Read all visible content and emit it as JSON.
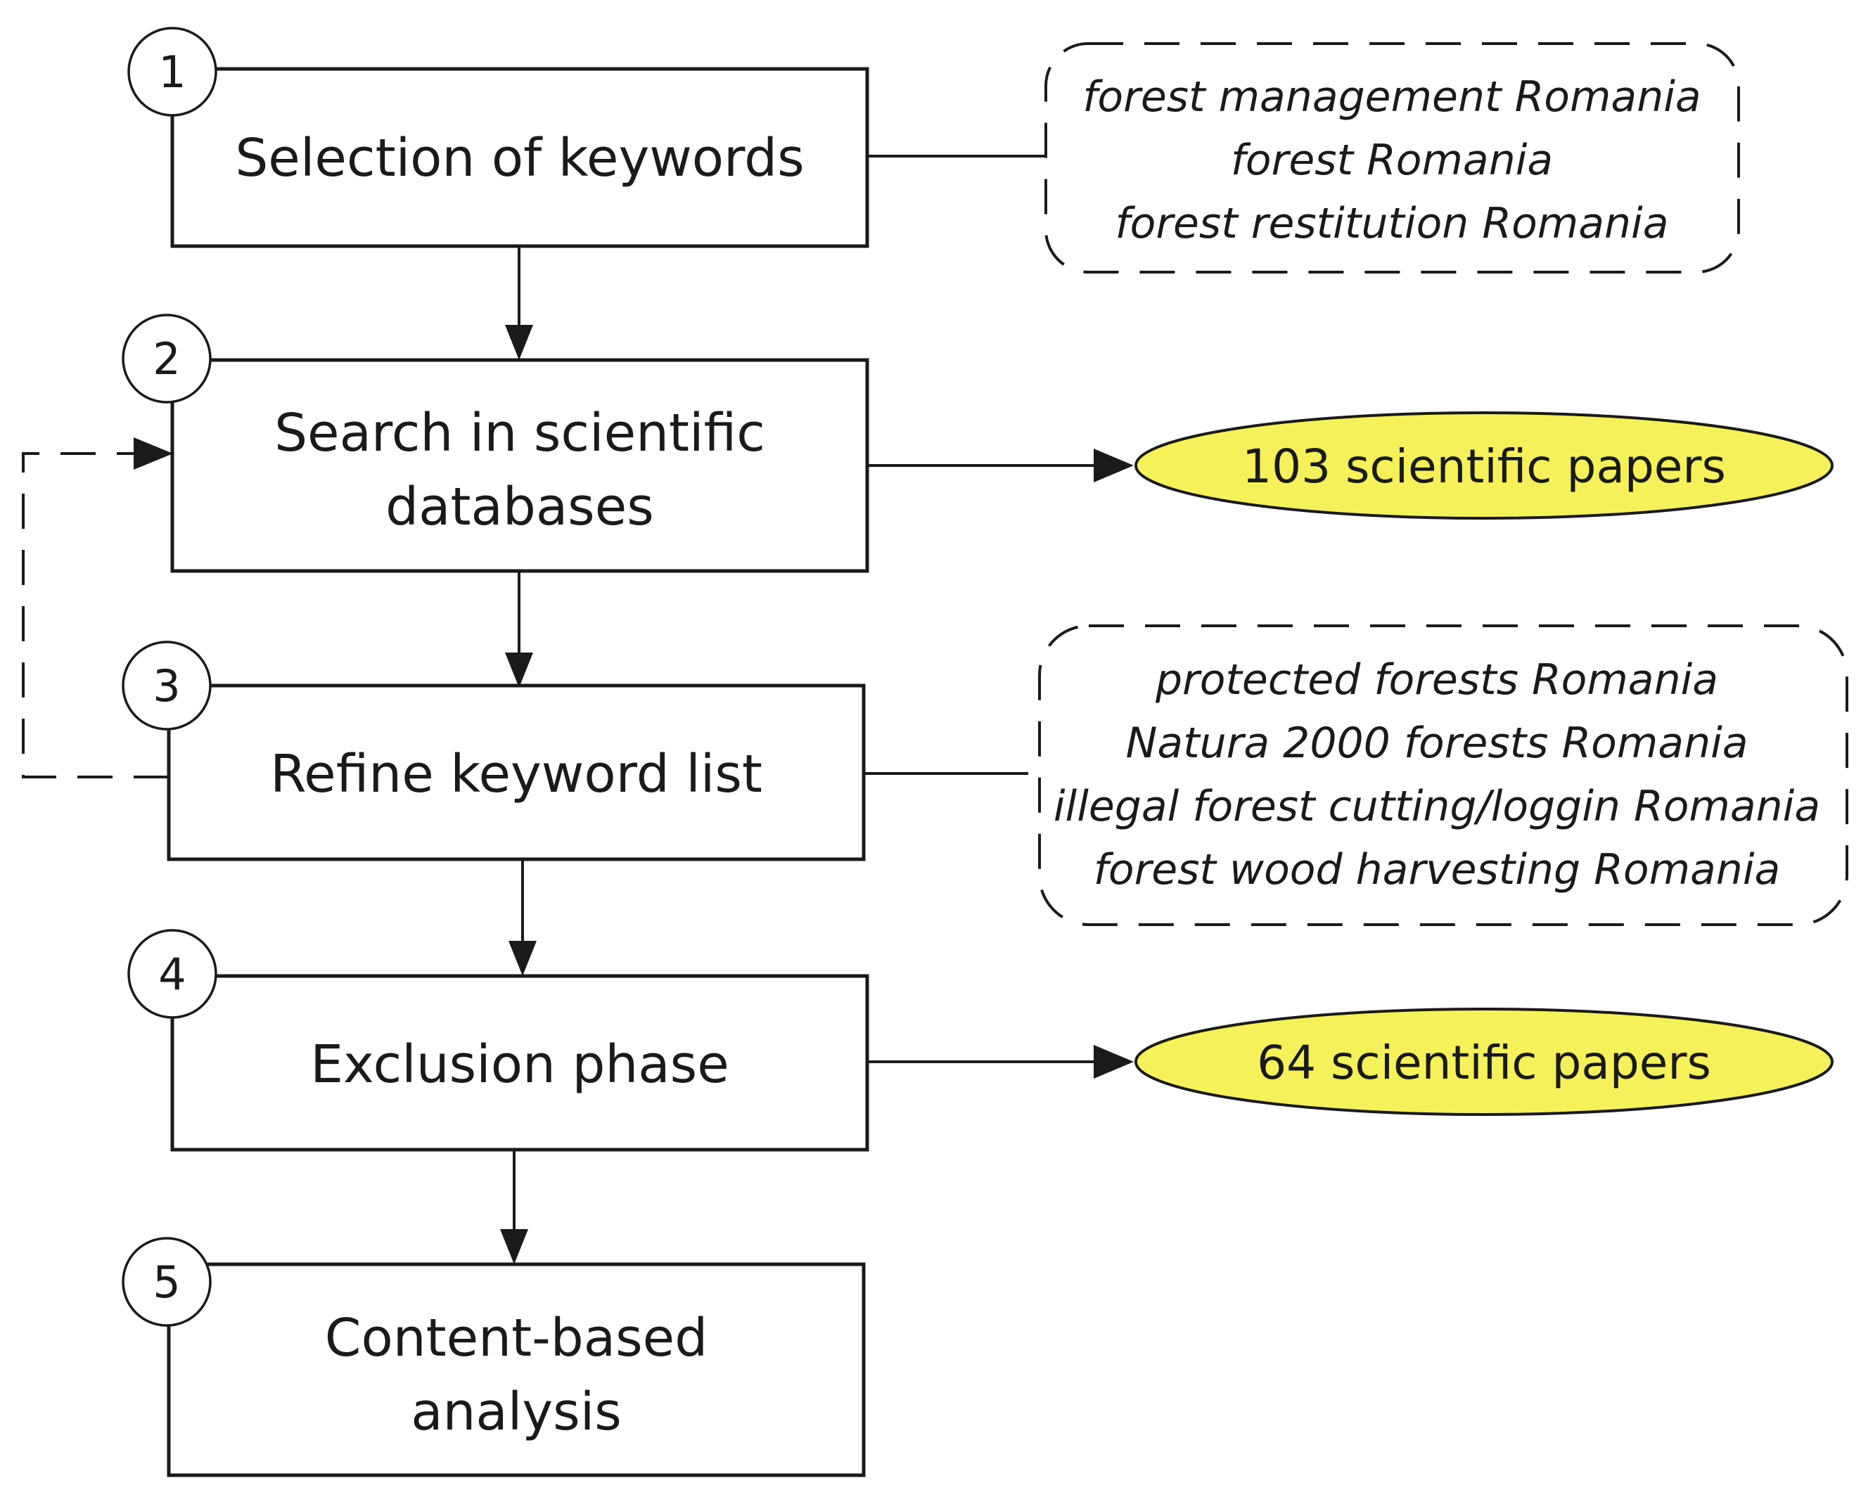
{
  "steps": [
    {
      "number": "1",
      "label": [
        "Selection of keywords"
      ]
    },
    {
      "number": "2",
      "label": [
        "Search in scientific",
        "databases"
      ]
    },
    {
      "number": "3",
      "label": [
        "Refine keyword list"
      ]
    },
    {
      "number": "4",
      "label": [
        "Exclusion phase"
      ]
    },
    {
      "number": "5",
      "label": [
        "Content-based",
        "analysis"
      ]
    }
  ],
  "keyword_groups": [
    {
      "attached_to_step": "1",
      "keywords": [
        "forest management Romania",
        "forest Romania",
        "forest restitution Romania"
      ]
    },
    {
      "attached_to_step": "3",
      "keywords": [
        "protected forests Romania",
        "Natura 2000 forests Romania",
        "illegal forest cutting/loggin Romania",
        "forest wood harvesting Romania"
      ]
    }
  ],
  "results": [
    {
      "from_step": "2",
      "label": "103 scientific papers",
      "color": "#f4f15a"
    },
    {
      "from_step": "4",
      "label": "64 scientific papers",
      "color": "#f4f15a"
    }
  ],
  "feedback_loop": {
    "from_step": "3",
    "to_step": "2",
    "style": "dashed"
  }
}
